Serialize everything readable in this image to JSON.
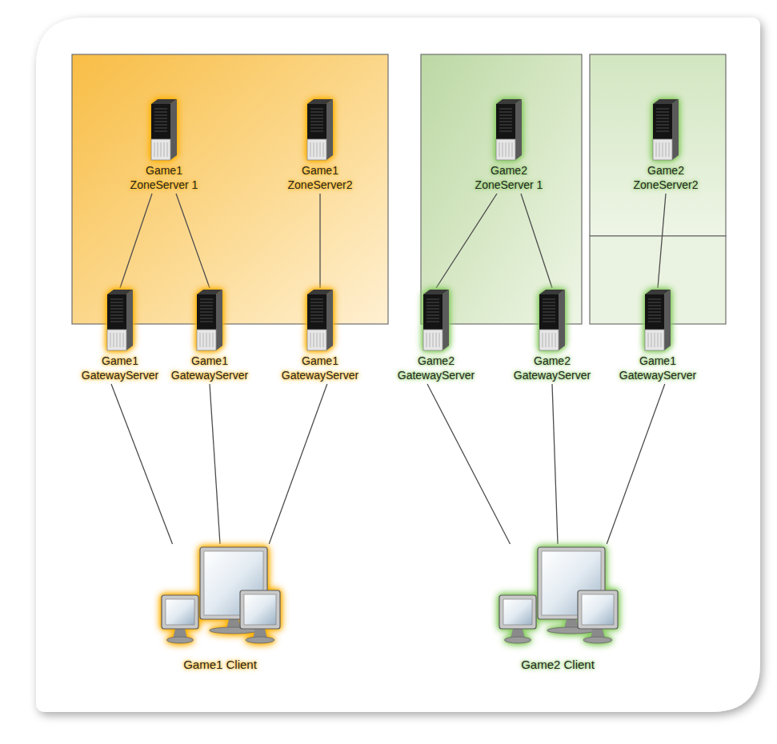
{
  "diagram": {
    "nodes": [
      {
        "text": [
          "Game1 ZoneServer 1"
        ]
      },
      {
        "text": [
          "Game1 ZoneServer2"
        ]
      },
      {
        "text": [
          "Game2 ZoneServer 1"
        ]
      },
      {
        "text": [
          "Game2 ZoneServer2"
        ]
      },
      {
        "text": [
          "Game1 GatewayServer"
        ]
      },
      {
        "text": [
          "Game1 GatewayServer"
        ]
      },
      {
        "text": [
          "Game1 GatewayServer"
        ]
      },
      {
        "text": [
          "Game2 GatewayServer"
        ]
      },
      {
        "text": [
          "Game2 GatewayServer"
        ]
      },
      {
        "text": [
          "Game1 GatewayServer"
        ]
      },
      {
        "text": [
          "Game1 Client"
        ]
      },
      {
        "text": [
          "Game2 Client"
        ]
      }
    ],
    "edges": [
      {
        "from": 0,
        "to": 4,
        "arrow": "none"
      },
      {
        "from": 0,
        "to": 5,
        "arrow": "none"
      },
      {
        "from": 1,
        "to": 6,
        "arrow": "none"
      },
      {
        "from": 2,
        "to": 7,
        "arrow": "none"
      },
      {
        "from": 2,
        "to": 8,
        "arrow": "none"
      },
      {
        "from": 3,
        "to": 9,
        "arrow": "none"
      },
      {
        "from": 4,
        "to": 10,
        "arrow": "none"
      },
      {
        "from": 5,
        "to": 10,
        "arrow": "none"
      },
      {
        "from": 6,
        "to": 10,
        "arrow": "none"
      },
      {
        "from": 7,
        "to": 11,
        "arrow": "none"
      },
      {
        "from": 8,
        "to": 11,
        "arrow": "none"
      },
      {
        "from": 9,
        "to": 11,
        "arrow": "none"
      }
    ]
  }
}
